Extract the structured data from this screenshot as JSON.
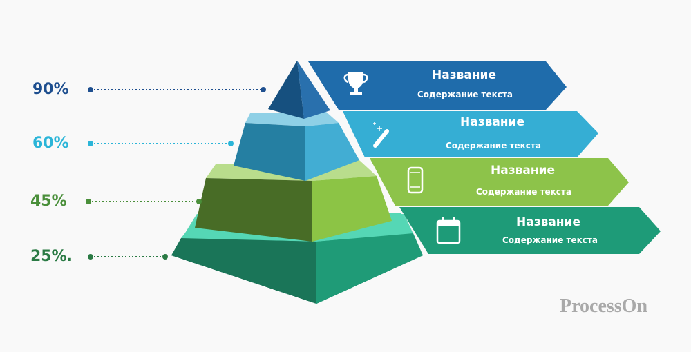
{
  "levels": [
    {
      "percent": "90%",
      "title": "Название",
      "text": "Содержание текста",
      "icon": "trophy-icon",
      "color": "#1e5b93"
    },
    {
      "percent": "60%",
      "title": "Название",
      "text": "Содержание текста",
      "icon": "magic-wand-icon",
      "color": "#2aa6c8"
    },
    {
      "percent": "45%",
      "title": "Название",
      "text": "Содержание текста",
      "icon": "smartphone-icon",
      "color": "#3f8a3a"
    },
    {
      "percent": "25%.",
      "title": "Название",
      "text": "Содержание текста",
      "icon": "calendar-icon",
      "color": "#2b8a4f"
    }
  ],
  "watermark": "ProcessOn"
}
